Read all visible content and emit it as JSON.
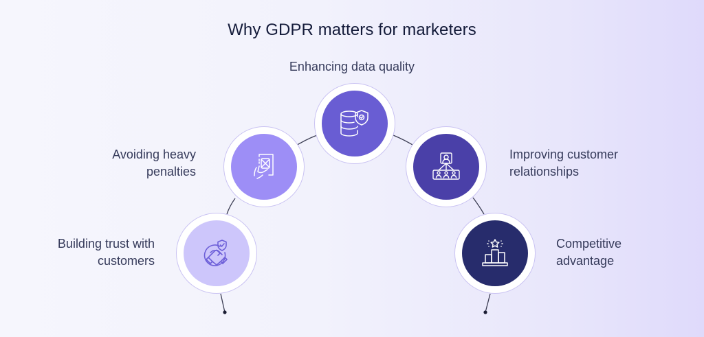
{
  "title": "Why GDPR matters for marketers",
  "items": [
    {
      "label_line1": "Building trust with",
      "label_line2": "customers",
      "icon": "handshake-shield-icon",
      "color": "#cdc6fb",
      "stroke": "#6d5fd8"
    },
    {
      "label_line1": "Avoiding heavy",
      "label_line2": "penalties",
      "icon": "hand-holding-document-x-icon",
      "color": "#9d8ef6",
      "stroke": "#ffffff"
    },
    {
      "label_line1": "Enhancing data quality",
      "label_line2": "",
      "icon": "database-shield-icon",
      "color": "#695dd3",
      "stroke": "#ffffff"
    },
    {
      "label_line1": "Improving customer",
      "label_line2": "relationships",
      "icon": "org-chart-people-icon",
      "color": "#4a40a8",
      "stroke": "#ffffff"
    },
    {
      "label_line1": "Competitive",
      "label_line2": "advantage",
      "icon": "podium-star-icon",
      "color": "#272c6c",
      "stroke": "#ffffff"
    }
  ],
  "colors": {
    "title": "#141b3a",
    "label": "#353a5a",
    "connector": "#3a3c52"
  }
}
